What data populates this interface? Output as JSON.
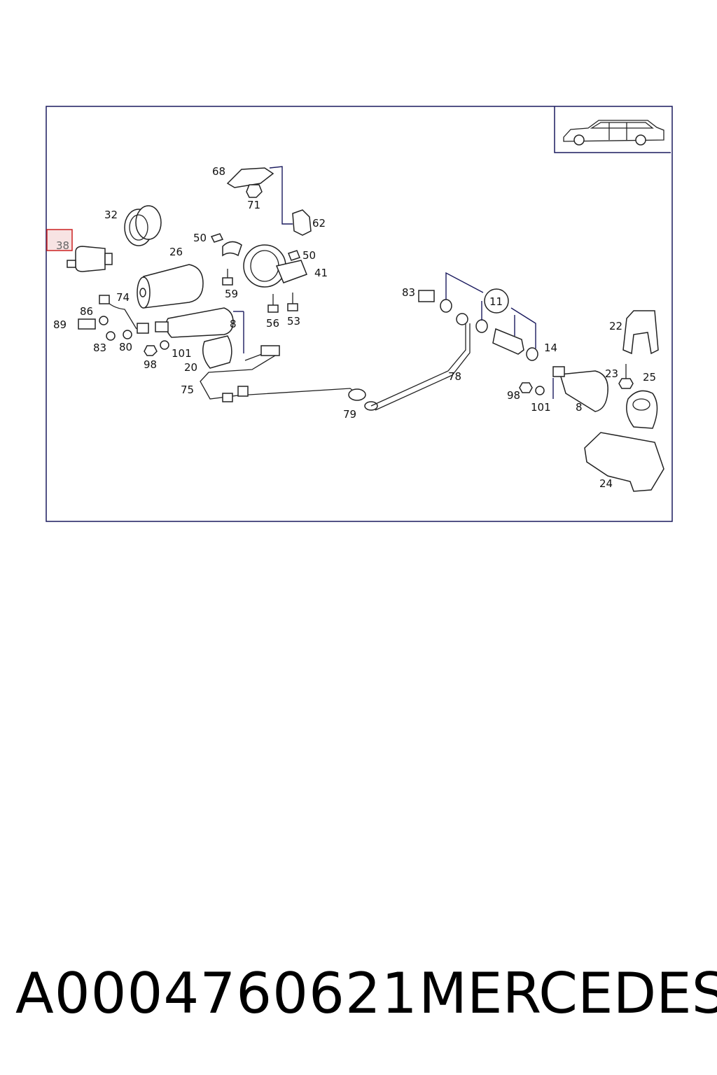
{
  "diagram": {
    "highlight_color": "#cc2222",
    "frame_color": "#1a1a5e",
    "labels": {
      "p68": "68",
      "p71": "71",
      "p62": "62",
      "p32": "32",
      "p38": "38",
      "p50a": "50",
      "p50b": "50",
      "p26": "26",
      "p41": "41",
      "p59": "59",
      "p74": "74",
      "p86": "86",
      "p89": "89",
      "p83a": "83",
      "p80": "80",
      "p98a": "98",
      "p101a": "101",
      "p20": "20",
      "p8a": "8",
      "p56": "56",
      "p53": "53",
      "p75": "75",
      "p79": "79",
      "p78": "78",
      "p83b": "83",
      "p11": "11",
      "p14": "14",
      "p22": "22",
      "p23": "23",
      "p25": "25",
      "p98b": "98",
      "p101b": "101",
      "p8b": "8",
      "p24": "24"
    }
  },
  "footer": {
    "part_number": "A0004760621",
    "brand": "MERCEDES"
  }
}
